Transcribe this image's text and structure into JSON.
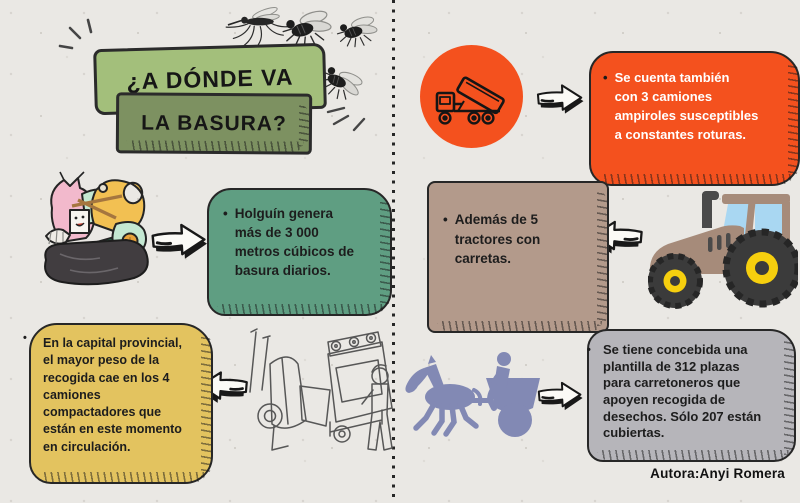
{
  "meta": {
    "language": "es",
    "theme": "infografia-basura"
  },
  "ui": {
    "bullet": "•"
  },
  "title": {
    "line1": "¿A DÓNDE VA",
    "line2": "LA BASURA?"
  },
  "boxes": {
    "holguin": {
      "text": "Holguín genera\nmás de 3 000\nmetros cúbicos de\nbasura diarios.",
      "color": "#5f9e82"
    },
    "capital": {
      "text": "En la capital provincial,\nel mayor peso de la\nrecogida cae en los 4\ncamiones\ncompactadores que\nestán en este momento\nen circulación.",
      "color": "#e3c35f"
    },
    "camiones": {
      "text": "Se cuenta también\ncon 3 camiones\nampiroles susceptibles\na constantes roturas.",
      "color": "#f4511e"
    },
    "tractores": {
      "text": "Además de 5\ntractores con\ncarretas.",
      "color": "#b39a8b"
    },
    "carretoneros": {
      "text": "Se tiene concebida una\nplantilla de 312 plazas\npara carretoneros que\napoyen recogida de\ndesechos. Sólo 207 están\ncubiertas.",
      "color": "#b6b5ba"
    }
  },
  "footer": {
    "author": "Autora:Anyi Romera"
  },
  "palette": {
    "background": "#eae8e4",
    "banner_light_green": "#a3bf7b",
    "banner_dark_green": "#7d9161",
    "box_green": "#5f9e82",
    "box_yellow": "#e3c35f",
    "box_orange": "#f4511e",
    "box_tan": "#b39a8b",
    "box_gray": "#b6b5ba",
    "horse_cart": "#8289b4",
    "tractor_body": "#a68b7a",
    "tractor_window": "#a9d7f2",
    "wheel_hub_yellow": "#f6cf0e",
    "ink": "#1d1d1d"
  },
  "icons": [
    "mosquito-icon",
    "fly-icon",
    "sparkle-dashes",
    "garbage-pile-illustration",
    "arrow-right-icon",
    "arrow-left-icon",
    "dump-truck-icon",
    "garbage-truck-sketch",
    "tractor-illustration",
    "horse-cart-illustration",
    "dotted-divider"
  ]
}
